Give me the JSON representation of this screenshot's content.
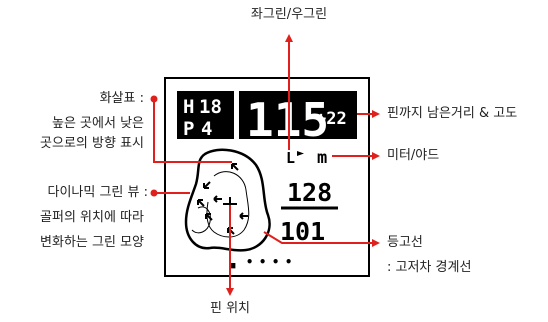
{
  "device": {
    "hole_label": "H",
    "hole_number": "18",
    "par_label": "P",
    "par_number": "4",
    "distance": "115",
    "elevation": "+22",
    "unit_flag": "L",
    "unit": "m",
    "front_distance": "128",
    "back_distance": "101",
    "page_dots": [
      "■",
      "•",
      "•",
      "•",
      "•"
    ]
  },
  "annotations": {
    "green_select": "좌그린/우그린",
    "arrow_title": "화살표 :",
    "arrow_desc_1": "높은 곳에서 낮은",
    "arrow_desc_2": "곳으로의 방향 표시",
    "pin_distance": "핀까지 남은거리 & 고도",
    "meter_yard": "미터/야드",
    "dynamic_title": "다이나믹 그린 뷰 :",
    "dynamic_desc_1": "골퍼의 위치에 따라",
    "dynamic_desc_2": "변화하는 그린 모양",
    "contour_title": "등고선",
    "contour_desc": ": 고저차 경계선",
    "pin_position": "핀 위치"
  },
  "colors": {
    "accent_red": "#e0201c",
    "screen_border": "#000000",
    "screen_bg": "#ffffff"
  }
}
